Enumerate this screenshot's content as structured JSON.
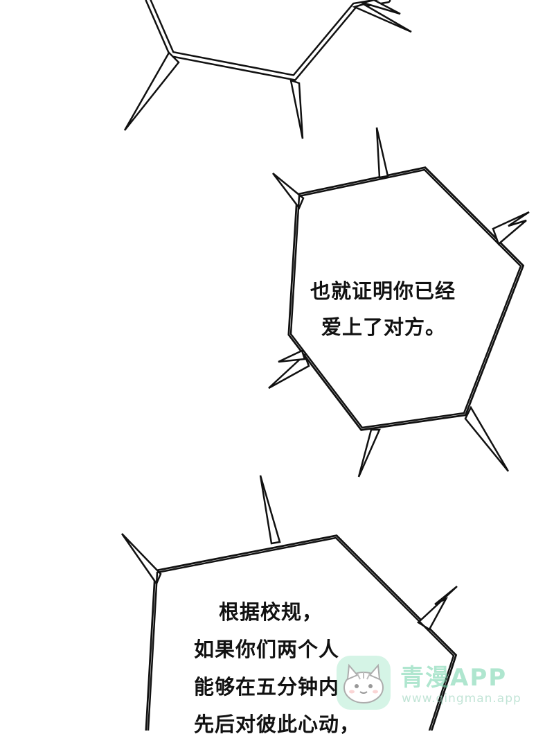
{
  "panel": {
    "bubbles": [
      {
        "lines": []
      },
      {
        "lines": [
          "也就证明你已经",
          "爱上了对方。"
        ]
      },
      {
        "lines": [
          "根据校规，",
          "如果你们两个人",
          "能够在五分钟内",
          "先后对彼此心动，"
        ]
      }
    ]
  },
  "watermark": {
    "title": "青漫APP",
    "url": "www.qingman.app",
    "mascot_icon": "cat-mascot-icon",
    "color": "#6fd3a8"
  },
  "colors": {
    "background": "#ffffff",
    "ink": "#111111"
  }
}
